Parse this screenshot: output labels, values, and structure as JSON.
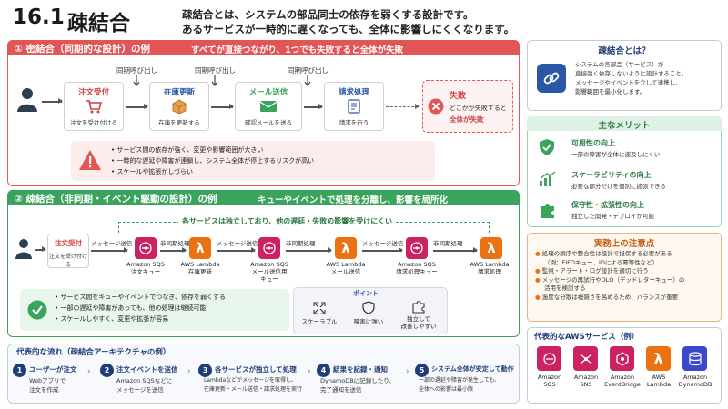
{
  "header": {
    "number": "16.1",
    "title": "疎結合",
    "subtitle_line1": "疎結合とは、システムの部品同士の依存を弱くする設計です。",
    "subtitle_line2": "あるサービスが一時的に遅くなっても、全体に影響しにくくなります。"
  },
  "tight": {
    "title": "① 密結合（同期的な設計）の例",
    "note": "すべてが直接つながり、1つでも失敗すると全体が失敗",
    "call_label": "同期呼び出し",
    "steps": [
      {
        "name": "注文受付",
        "desc": "注文を受け付ける"
      },
      {
        "name": "在庫更新",
        "desc": "在庫を更新する"
      },
      {
        "name": "メール送信",
        "desc": "確認メールを送る"
      },
      {
        "name": "請求処理",
        "desc": "請求を行う"
      }
    ],
    "fail_title": "失敗",
    "fail_desc1": "どこかが失敗すると",
    "fail_desc2": "全体が失敗",
    "warnings": [
      "サービス間の依存が強く、変更や影響範囲が大きい",
      "一時的な遅延や障害が連鎖し、システム全体が停止するリスクが高い",
      "スケールや拡張がしづらい"
    ]
  },
  "loose": {
    "title": "② 疎結合（非同期・イベント駆動の設計）の例",
    "note": "キューやイベントで処理を分離し、影響を局所化",
    "independent": "各サービスは独立しており、他の遅延・失敗の影響を受けにくい",
    "order_name": "注文受付",
    "order_desc": "注文を受け付ける",
    "msg_send": "メッセージ送信",
    "async_proc": "非同期処理",
    "nodes": [
      {
        "line1": "Amazon SQS",
        "line2": "注文キュー",
        "line3": ""
      },
      {
        "line1": "AWS Lambda",
        "line2": "在庫更新",
        "line3": ""
      },
      {
        "line1": "Amazon SQS",
        "line2": "メール送信用",
        "line3": "キュー"
      },
      {
        "line1": "AWS Lambda",
        "line2": "メール送信",
        "line3": ""
      },
      {
        "line1": "Amazon SQS",
        "line2": "請求処理キュー",
        "line3": ""
      },
      {
        "line1": "AWS Lambda",
        "line2": "請求処理",
        "line3": ""
      }
    ],
    "benefits": [
      "サービス間をキューやイベントでつなぎ、依存を弱くする",
      "一部の遅延や障害があっても、他の処理は継続可能",
      "スケールしやすく、変更や拡張が容易"
    ],
    "point_title": "ポイント",
    "points": [
      {
        "line1": "スケーラブル",
        "line2": ""
      },
      {
        "line1": "障害に強い",
        "line2": ""
      },
      {
        "line1": "独立して",
        "line2": "改善しやすい"
      }
    ]
  },
  "flow": {
    "title": "代表的な流れ（疎結合アーキテクチャの例）",
    "steps": [
      {
        "no": "1",
        "title": "ユーザーが注文",
        "d1": "Webアプリで",
        "d2": "注文を作成"
      },
      {
        "no": "2",
        "title": "注文イベントを送信",
        "d1": "Amazon SQSなどに",
        "d2": "メッセージを送信"
      },
      {
        "no": "3",
        "title": "各サービスが独立して処理",
        "d1": "Lambdaなどがメッセージを取得し、",
        "d2": "在庫更新・メール送信・請求処理を実行"
      },
      {
        "no": "4",
        "title": "結果を記録・通知",
        "d1": "DynamoDBに記録したり、",
        "d2": "完了通知を送信"
      },
      {
        "no": "5",
        "title": "システム全体が安定して動作",
        "d1": "一部の遅延や障害が発生しても、",
        "d2": "全体への影響は最小限"
      }
    ]
  },
  "side": {
    "what_title": "疎結合とは？",
    "what_lines": [
      "システムの各部品（サービス）が",
      "直接強く依存しないように設計すること。",
      "メッセージやイベントを介して連携し、",
      "影響範囲を最小化します。"
    ],
    "merit_title": "主なメリット",
    "merits": [
      {
        "title": "可用性の向上",
        "desc": "一部の障害が全体に波及しにくい"
      },
      {
        "title": "スケーラビリティの向上",
        "desc": "必要な部分だけを個別に拡張できる"
      },
      {
        "title": "保守性・拡張性の向上",
        "desc": "独立した開発・デプロイが可能"
      }
    ],
    "caution_title": "実務上の注意点",
    "cautions": [
      [
        "処理の順序や整合性は設計で担保する必要がある",
        "（例：FIFOキュー、IDによる冪等性など）"
      ],
      [
        "監視・アラート・ログ設計を適切に行う",
        ""
      ],
      [
        "メッセージの再試行やDLQ（デッドレターキュー）の",
        "活用を検討する"
      ],
      [
        "過度な分散は複雑さを高めるため、バランスが重要",
        ""
      ]
    ],
    "aws_title": "代表的なAWSサービス（例）",
    "aws": [
      {
        "line1": "Amazon",
        "line2": "SQS",
        "color": "#cc2264"
      },
      {
        "line1": "Amazon",
        "line2": "SNS",
        "color": "#cc2264"
      },
      {
        "line1": "Amazon",
        "line2": "EventBridge",
        "color": "#cc2264"
      },
      {
        "line1": "AWS",
        "line2": "Lambda",
        "color": "#ec7211"
      },
      {
        "line1": "Amazon",
        "line2": "DynamoDB",
        "color": "#3b48cc"
      }
    ]
  },
  "colors": {
    "red": "#e25555",
    "green": "#3aa35c",
    "blue": "#2a56a8",
    "orange": "#ec7211",
    "pink": "#cc2264"
  }
}
